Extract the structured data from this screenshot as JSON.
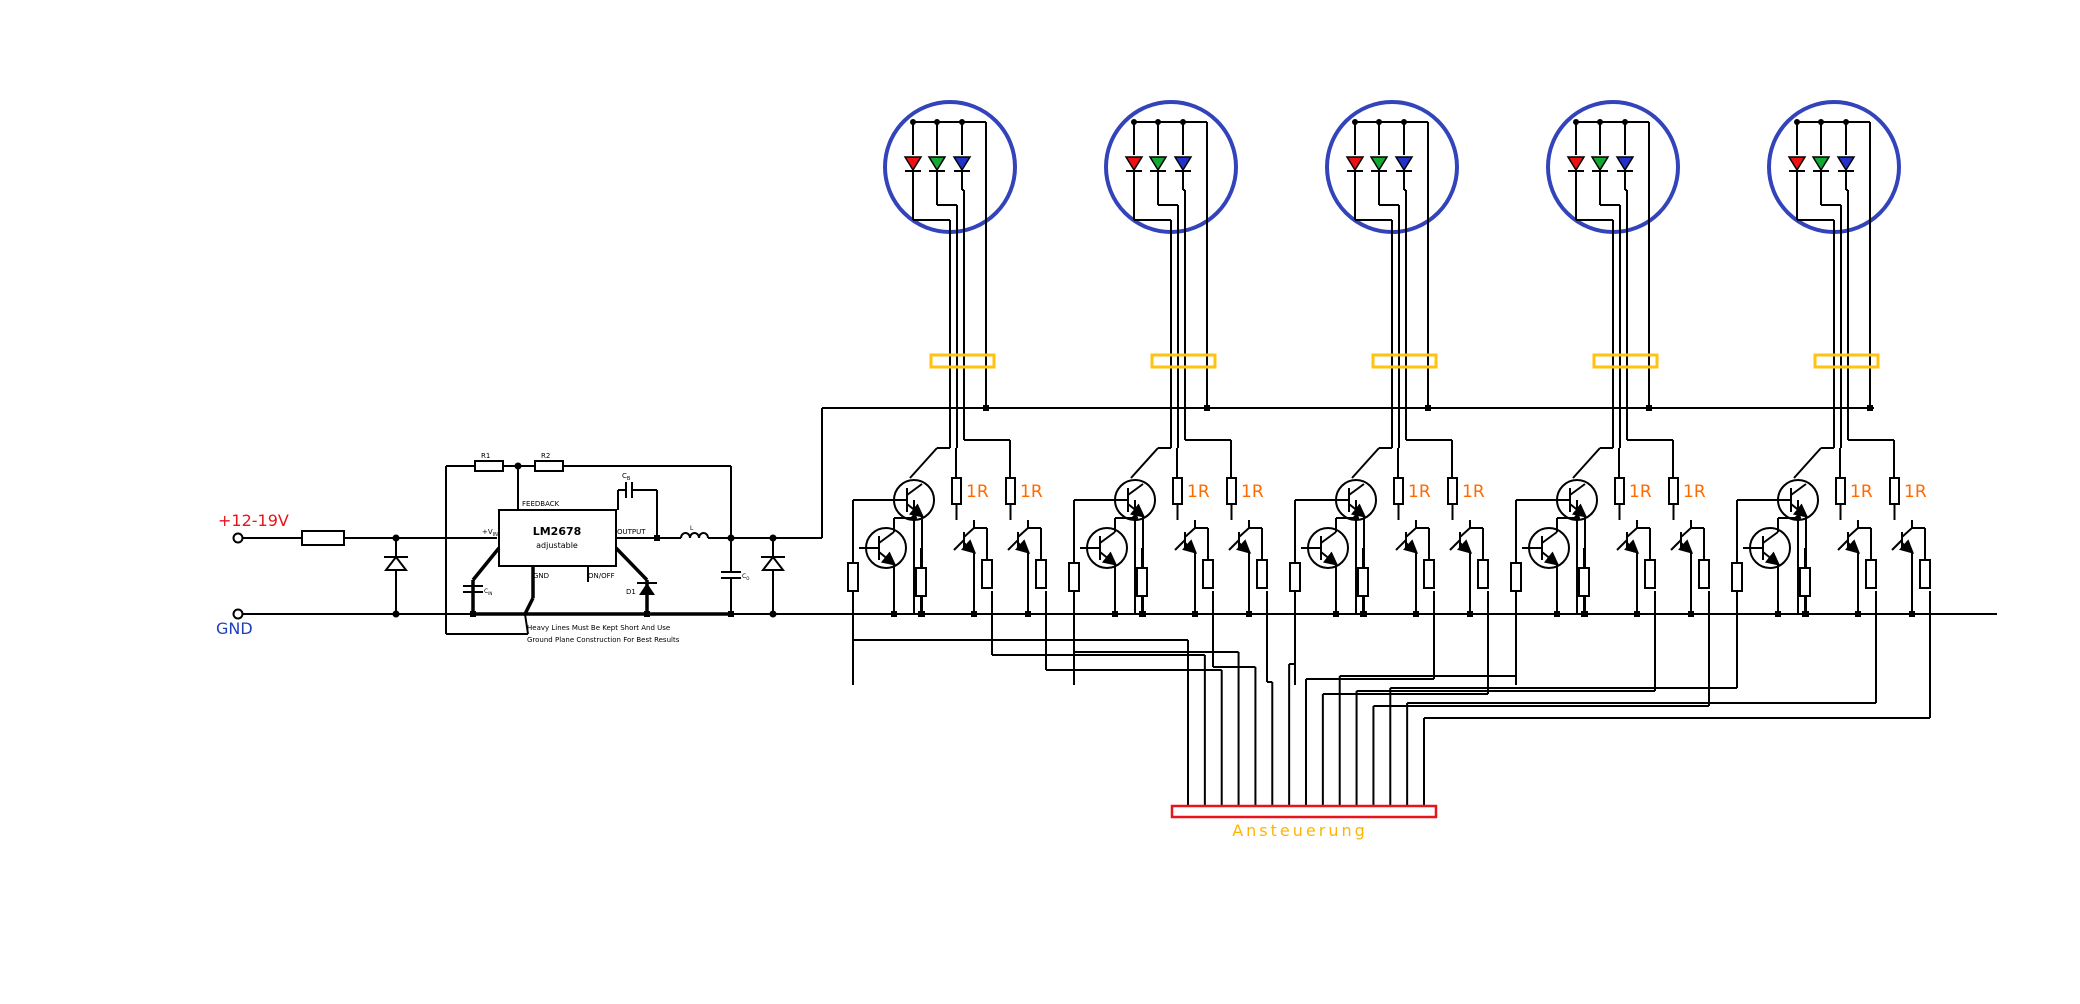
{
  "labels": {
    "input_voltage": "+12-19V",
    "ground": "GND",
    "connector": "Ansteuerung",
    "regulator": "LM2678",
    "regulator_sub": "adjustable",
    "feedback": "FEEDBACK",
    "output": "OUTPUT",
    "vin": "+V",
    "vin_sub": "IN",
    "gnd_pin": "GND",
    "onoff": "ON/OFF",
    "cb": "C",
    "cb_sub": "B",
    "r1": "R1",
    "r2": "R2",
    "l": "L",
    "d1": "D1",
    "cin": "C",
    "cin_sub": "IN",
    "cout": "C",
    "cout_sub": "O",
    "note_line1": "Heavy Lines  Must Be Kept Short And Use",
    "note_line2": "Ground Plane Construction For Best Results",
    "resistor_value": "1R"
  },
  "colors": {
    "input_label": "#e8141c",
    "ground_label": "#1f3fbf",
    "connector_border": "#e8141c",
    "connector_label": "#ffb400",
    "ring": "#3344bb",
    "header": "#ffc20e",
    "led_red": "#ee1111",
    "led_green": "#11aa33",
    "led_blue": "#2233cc"
  },
  "modules": [
    {
      "id": 1
    },
    {
      "id": 2
    },
    {
      "id": 3
    },
    {
      "id": 4
    },
    {
      "id": 5
    }
  ]
}
